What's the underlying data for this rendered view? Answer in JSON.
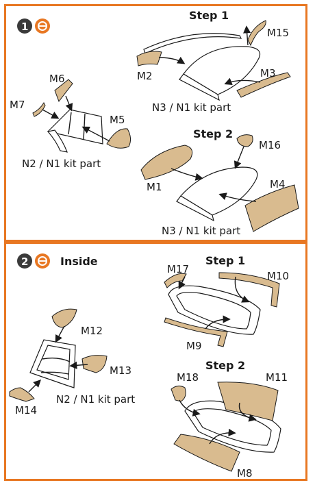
{
  "colors": {
    "border": "#e87722",
    "mask": "#d9bb8f",
    "badge": "#3a3a3a",
    "icon": "#e87722"
  },
  "section1": {
    "number": "1",
    "step1": {
      "title": "Step 1",
      "labels": [
        "M15",
        "M2",
        "M3"
      ],
      "part": "N3 / N1 kit part"
    },
    "left": {
      "labels": [
        "M6",
        "M7",
        "M5"
      ],
      "part": "N2 / N1 kit part"
    },
    "step2": {
      "title": "Step 2",
      "labels": [
        "M16",
        "M1",
        "M4"
      ],
      "part": "N3 / N1 kit part"
    }
  },
  "section2": {
    "number": "2",
    "title": "Inside",
    "step1": {
      "title": "Step 1",
      "labels": [
        "M17",
        "M10",
        "M9"
      ]
    },
    "left": {
      "labels": [
        "M12",
        "M13",
        "M14"
      ],
      "part": "N2 / N1 kit part"
    },
    "step2": {
      "title": "Step 2",
      "labels": [
        "M18",
        "M11",
        "M8"
      ]
    }
  }
}
